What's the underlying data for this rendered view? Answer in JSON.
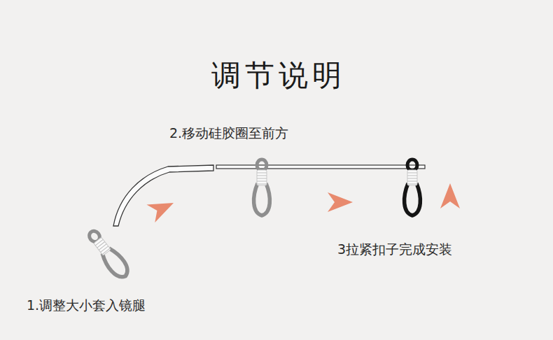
{
  "diagram": {
    "title": "调节说明",
    "labels": [
      "2.移动硅胶圈至前方",
      "3拉紧扣子完成安装",
      "1.调整大小套入镜腿"
    ]
  }
}
